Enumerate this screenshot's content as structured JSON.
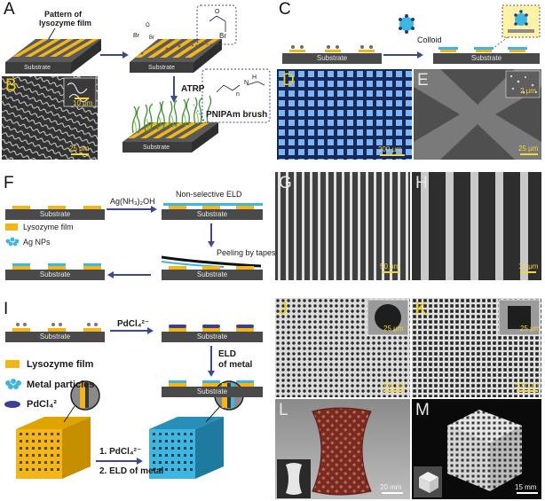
{
  "panels": {
    "A": "A",
    "B": "B",
    "C": "C",
    "D": "D",
    "E": "E",
    "F": "F",
    "G": "G",
    "H": "H",
    "I": "I",
    "J": "J",
    "K": "K",
    "L": "L",
    "M": "M"
  },
  "panel_a": {
    "pattern_label_1": "Pattern of",
    "pattern_label_2": "lysozyme film",
    "substrate": "Substrate",
    "substrate_2": "Substrate",
    "substrate_3": "Substrate",
    "step": "ATRP",
    "brush_label": "PNIPAm brush",
    "initiator_o": "O",
    "initiator_br1": "Br",
    "initiator_br2": "Br",
    "initiator_br3": "Br",
    "brush_o": "O",
    "brush_n": "n",
    "brush_h": "H",
    "brush_nh": "N"
  },
  "panel_b": {
    "scale_main": "25 μm",
    "scale_inset": "10 μm"
  },
  "panel_c": {
    "colloid": "Colloid",
    "substrate_1": "Substrate",
    "substrate_2": "Substrate"
  },
  "panel_d": {
    "scale": "200 μm"
  },
  "panel_e": {
    "scale_main": "25 μm",
    "scale_inset": "2 μm"
  },
  "panel_f": {
    "reagent": "Ag(NH₃)₂OH",
    "step_1": "Non-selective ELD",
    "step_2": "Peeling by tapes",
    "legend_1": "Lysozyme film",
    "legend_2": "Ag NPs",
    "substrate_1": "Substrate",
    "substrate_2": "Substrate",
    "substrate_3": "Substrate",
    "substrate_4": "Substrate"
  },
  "panel_g": {
    "scale": "50 μm"
  },
  "panel_h": {
    "scale": "10 μm"
  },
  "panel_i": {
    "reagent": "PdCl₄²⁻",
    "step_1": "ELD",
    "step_2": "of metal",
    "legend_1": "Lysozyme film",
    "legend_2": "Metal particles",
    "legend_3": "PdCl₄²",
    "cube_step_1": "1. PdCl₄²⁻",
    "cube_step_2": "2. ELD of metal",
    "substrate_1": "Substrate",
    "substrate_2": "Substrate",
    "substrate_3": "Substrate"
  },
  "panel_j": {
    "scale_main": "500 μm",
    "scale_inset": "25 μm"
  },
  "panel_k": {
    "scale_main": "500 μm",
    "scale_inset": "25 μm"
  },
  "panel_l": {
    "scale": "20 mm"
  },
  "panel_m": {
    "scale": "15 mm"
  },
  "colors": {
    "lysozyme": "#f2b51a",
    "substrate": "#4a4a4a",
    "metal": "#3fb6e0",
    "pdcl": "#3a3f8f",
    "arrow": "#3b4a8c",
    "scale_yellow": "#f4d63a"
  }
}
